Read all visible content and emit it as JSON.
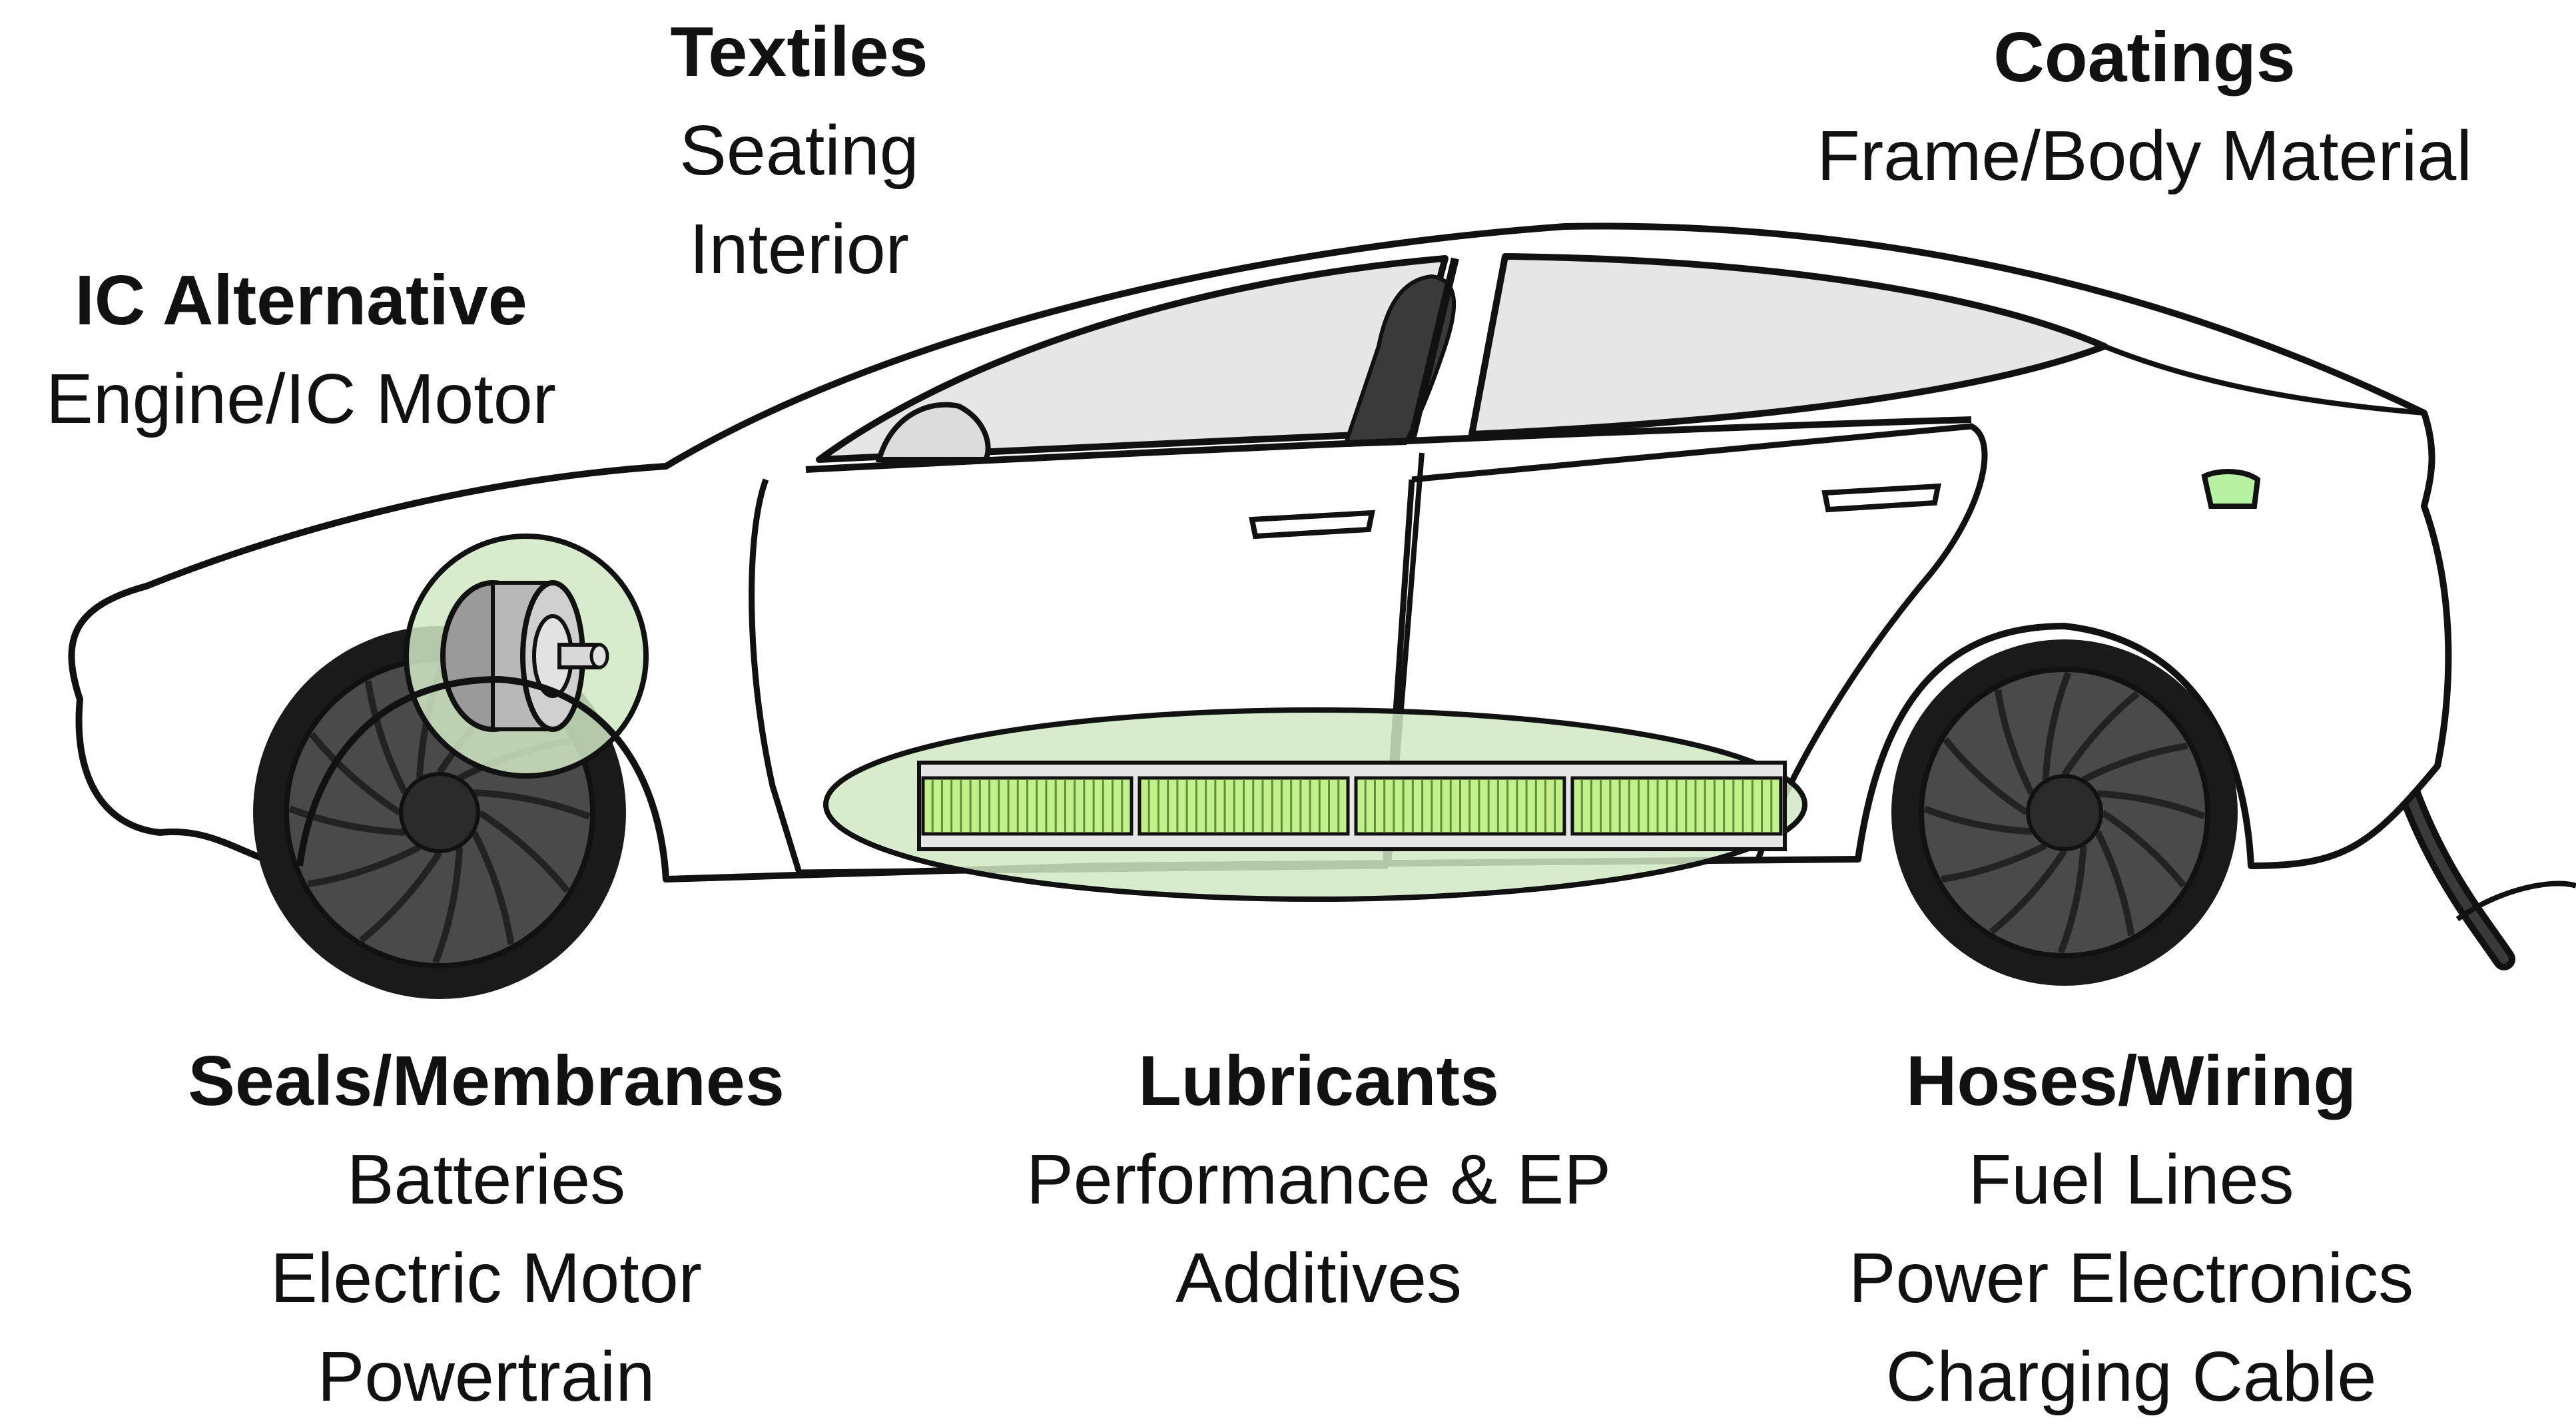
{
  "labels": {
    "ic_alternative": {
      "title": "IC Alternative",
      "lines": [
        "Engine/IC Motor"
      ]
    },
    "textiles": {
      "title": "Textiles",
      "lines": [
        "Seating",
        "Interior"
      ]
    },
    "coatings": {
      "title": "Coatings",
      "lines": [
        "Frame/Body Material"
      ]
    },
    "seals_membranes": {
      "title": "Seals/Membranes",
      "lines": [
        "Batteries",
        "Electric Motor",
        "Powertrain"
      ]
    },
    "lubricants": {
      "title": "Lubricants",
      "lines": [
        "Performance & EP",
        "Additives"
      ]
    },
    "hoses_wiring": {
      "title": "Hoses/Wiring",
      "lines": [
        "Fuel Lines",
        "Power Electronics",
        "Charging Cable"
      ]
    }
  },
  "colors": {
    "highlight_fill": "#cfe9c4",
    "battery_cell": "#c4f08c",
    "wheel_dark": "#1a1a1a",
    "wheel_mid": "#4a4a4a",
    "outline": "#111111",
    "glass": "#e6e6e6",
    "seat": "#3a3a3a"
  }
}
